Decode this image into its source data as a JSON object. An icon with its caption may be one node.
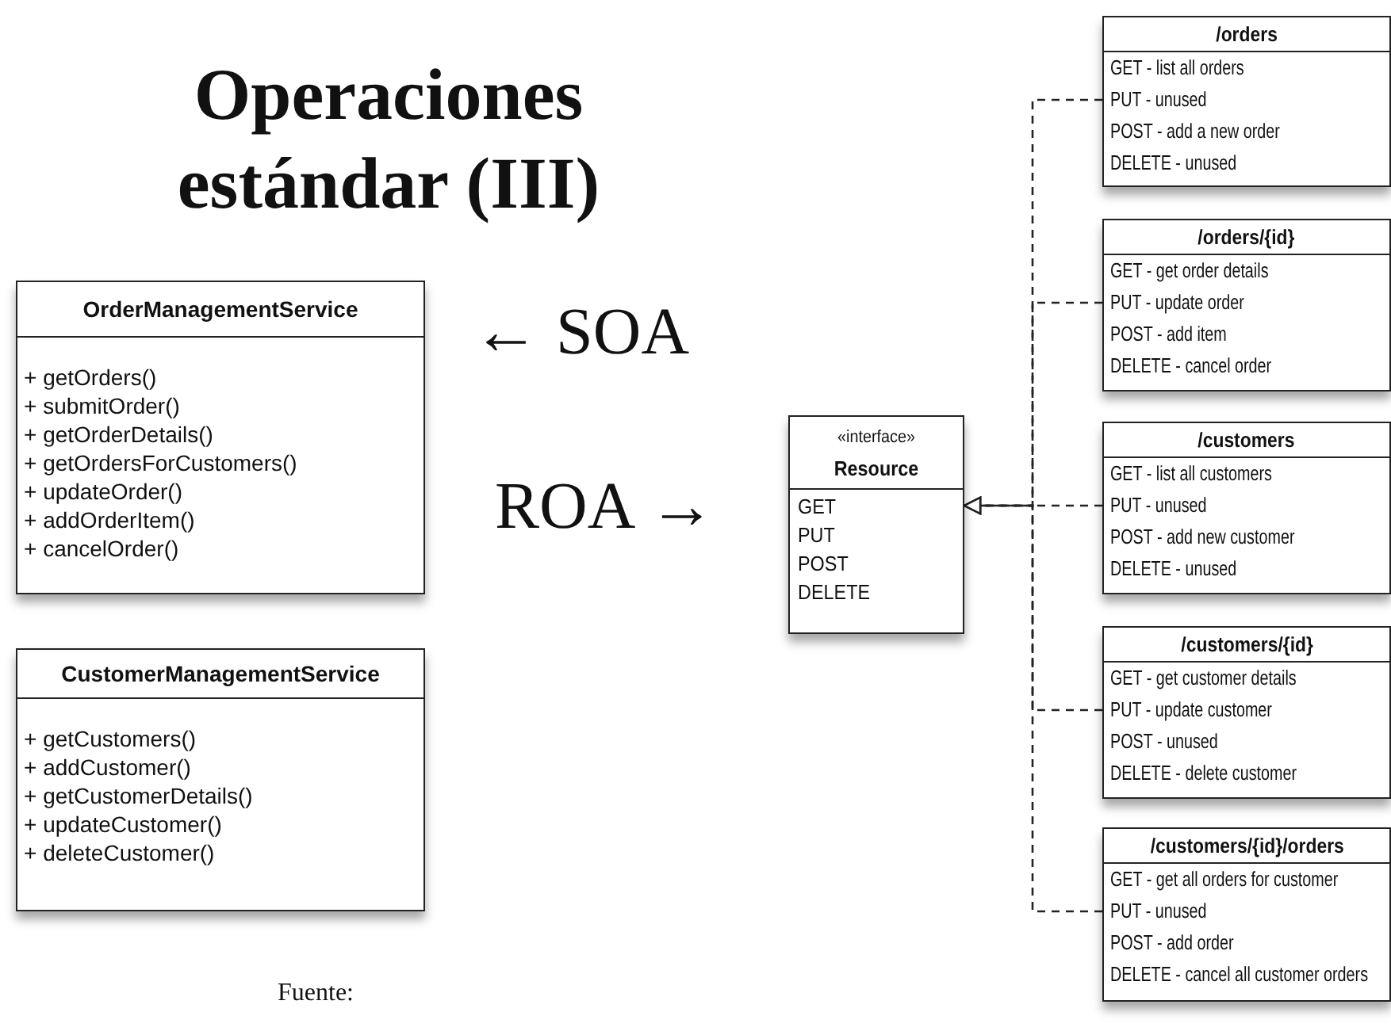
{
  "diagram": {
    "title": "Operaciones estándar (III)",
    "nodes": [
      {
        "text": [
          "OrderManagementService",
          "+ getOrders()",
          "+ submitOrder()",
          "+ getOrderDetails()",
          "+ getOrdersForCustomers()",
          "+ updateOrder()",
          "+ addOrderItem()",
          "+ cancelOrder()"
        ]
      },
      {
        "text": [
          "CustomerManagementService",
          "+ getCustomers()",
          "+ addCustomer()",
          "+ getCustomerDetails()",
          "+ updateCustomer()",
          "+ deleteCustomer()"
        ]
      },
      {
        "text": [
          "«interface»",
          "Resource",
          "GET",
          "PUT",
          "POST",
          "DELETE"
        ]
      },
      {
        "text": [
          "/orders",
          "GET - list all orders",
          "PUT - unused",
          "POST - add a new order",
          "DELETE -  unused"
        ]
      },
      {
        "text": [
          "/orders/{id}",
          "GET - get order details",
          "PUT - update order",
          "POST - add item",
          "DELETE - cancel order"
        ]
      },
      {
        "text": [
          "/customers",
          "GET - list all customers",
          "PUT - unused",
          "POST - add new customer",
          "DELETE - unused"
        ]
      },
      {
        "text": [
          "/customers/{id}",
          "GET - get customer details",
          "PUT - update customer",
          "POST - unused",
          "DELETE - delete customer"
        ]
      },
      {
        "text": [
          "/customers/{id}/orders",
          "GET - get all orders for customer",
          "PUT - unused",
          "POST - add order",
          "DELETE - cancel all customer orders"
        ]
      }
    ],
    "edges": [
      {
        "from": 3,
        "to": 2,
        "arrow": "to",
        "style": "dashed"
      },
      {
        "from": 4,
        "to": 2,
        "arrow": "to",
        "style": "dashed"
      },
      {
        "from": 5,
        "to": 2,
        "arrow": "to",
        "style": "dashed"
      },
      {
        "from": 6,
        "to": 2,
        "arrow": "to",
        "style": "dashed"
      },
      {
        "from": 7,
        "to": 2,
        "arrow": "to",
        "style": "dashed"
      }
    ],
    "labels": [
      "← SOA",
      "ROA →",
      "Fuente:"
    ]
  }
}
